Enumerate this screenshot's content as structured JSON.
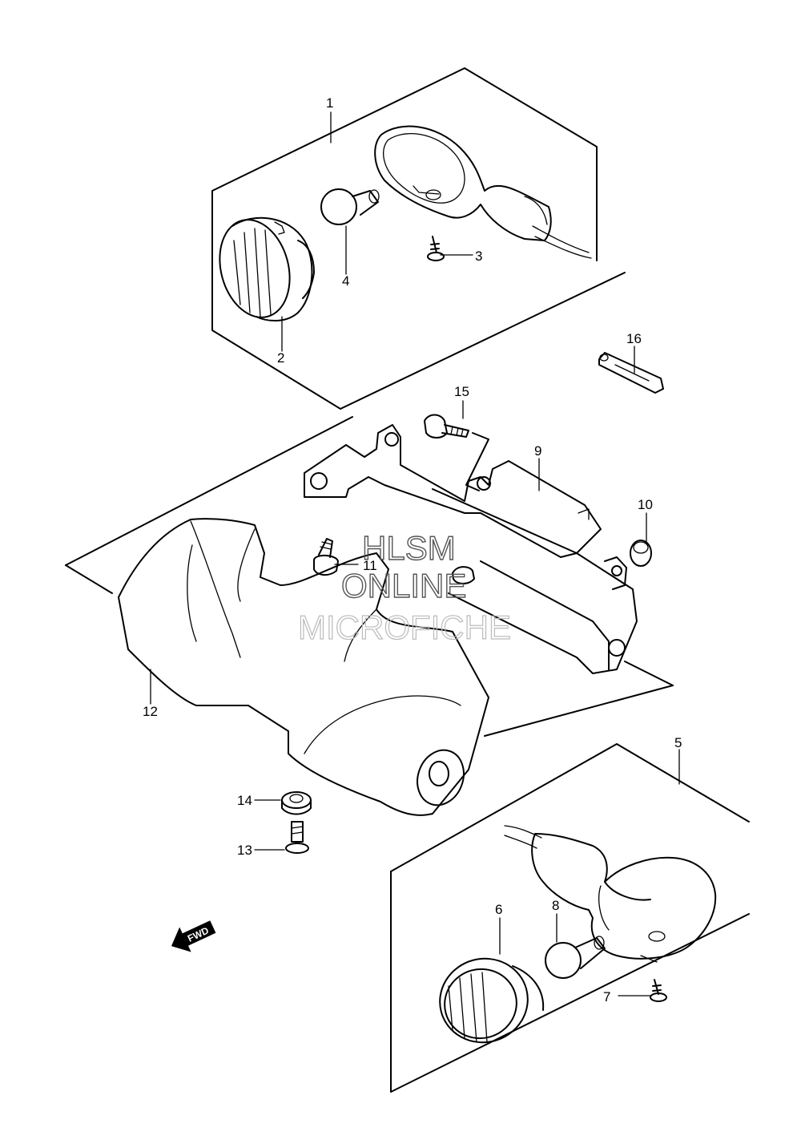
{
  "callouts": {
    "c1": "1",
    "c2": "2",
    "c3": "3",
    "c4": "4",
    "c5": "5",
    "c6": "6",
    "c7": "7",
    "c8": "8",
    "c9": "9",
    "c10": "10",
    "c11": "11",
    "c12": "12",
    "c13": "13",
    "c14": "14",
    "c15": "15",
    "c16": "16"
  },
  "watermark": {
    "line1": "HLSM",
    "line2": "ONLINE",
    "line3": "MICROFICHE"
  },
  "direction_arrow": "FWD"
}
